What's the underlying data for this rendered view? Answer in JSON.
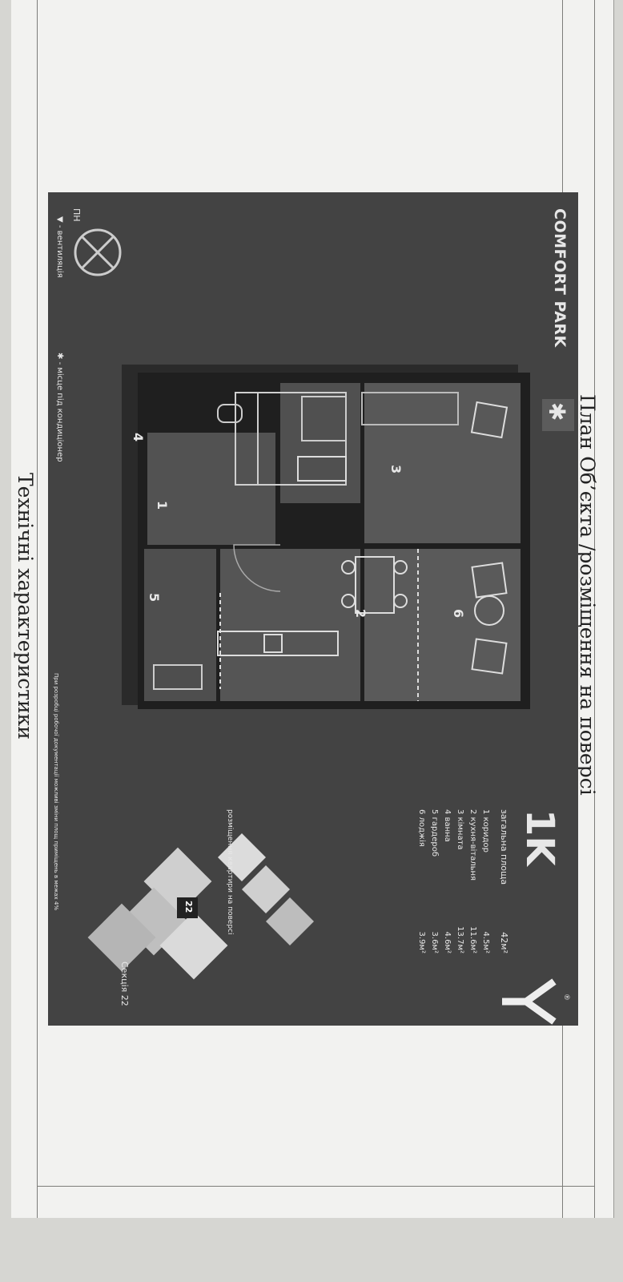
{
  "headings": {
    "plan": "План Об’єкта /розміщення на поверсі",
    "specs": "Технічні характеристики"
  },
  "plan": {
    "brand": "COMFORT PARK",
    "north": "ПН",
    "apartment_type": "1K",
    "total_label": "загальна площа",
    "total_value": "42м²",
    "rooms": [
      {
        "no": "1",
        "name": "коридор",
        "area": "4.5м²"
      },
      {
        "no": "2",
        "name": "кухня-вітальня",
        "area": "11.6м²"
      },
      {
        "no": "3",
        "name": "кімната",
        "area": "13.7м²"
      },
      {
        "no": "4",
        "name": "ванна",
        "area": "4.6м²"
      },
      {
        "no": "5",
        "name": "гардероб",
        "area": "3.6м²"
      },
      {
        "no": "6",
        "name": "лоджія",
        "area": "3.9м²"
      }
    ],
    "legend_vent": "- вентиляція",
    "legend_ac": "- місце під кондиціонер",
    "floor_caption": "розміщення квартири на поверсі",
    "section_label": "Секція 22",
    "section_no": "22",
    "footnote": "При розробці робочої документації можливі зміни площ приміщень в межах 4%"
  },
  "colors": {
    "panel": "#434343",
    "wall": "#1f1f1f",
    "floor": "#555555",
    "text": "#e7e7e7"
  }
}
